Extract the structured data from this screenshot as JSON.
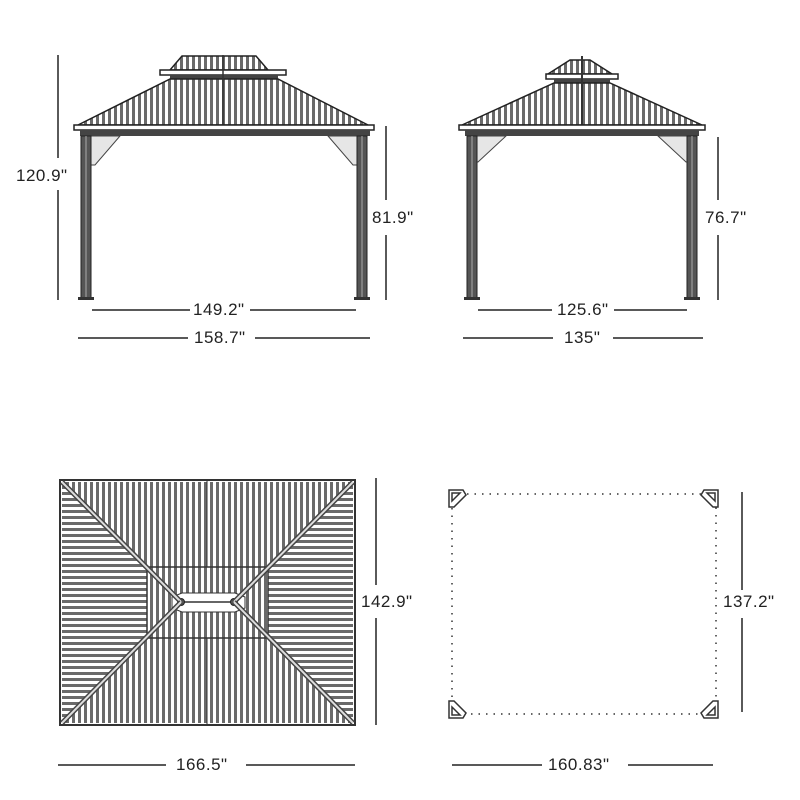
{
  "diagram": {
    "subject": "Hardtop double-roof gazebo dimensions",
    "views": {
      "front": {
        "total_height": "120.9\"",
        "post_height": "81.9\"",
        "inner_width": "149.2\"",
        "outer_width": "158.7\""
      },
      "side": {
        "post_height": "76.7\"",
        "inner_width": "125.6\"",
        "outer_width": "135\""
      },
      "roof_top": {
        "depth": "142.9\"",
        "width": "166.5\""
      },
      "footprint": {
        "depth": "137.2\"",
        "width": "160.83\""
      }
    },
    "colors": {
      "line": "#222222",
      "roof_stripe": "#555555",
      "brace_fill": "#e6e6e6"
    }
  }
}
